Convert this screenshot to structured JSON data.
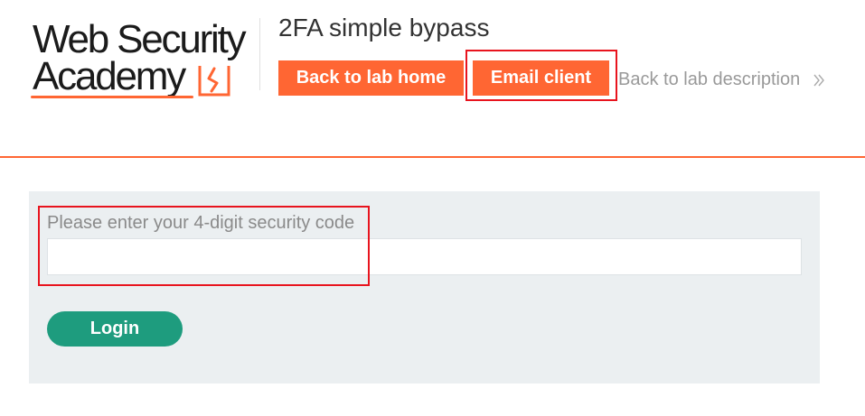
{
  "logo": {
    "line1": "Web Security",
    "line2": "Academy"
  },
  "header": {
    "lab_title": "2FA simple bypass",
    "back_to_lab_home_label": "Back to lab home",
    "email_client_label": "Email client",
    "back_to_description_label": "Back to lab description",
    "description_chevron_icon": "double-chevron-right-icon"
  },
  "colors": {
    "accent_orange": "#ff6633",
    "login_green": "#1e9c7e",
    "highlight_red": "#e8141e",
    "panel_bg": "#ebeff1"
  },
  "form": {
    "security_code_label": "Please enter your 4-digit security code",
    "security_code_value": "",
    "login_label": "Login"
  }
}
